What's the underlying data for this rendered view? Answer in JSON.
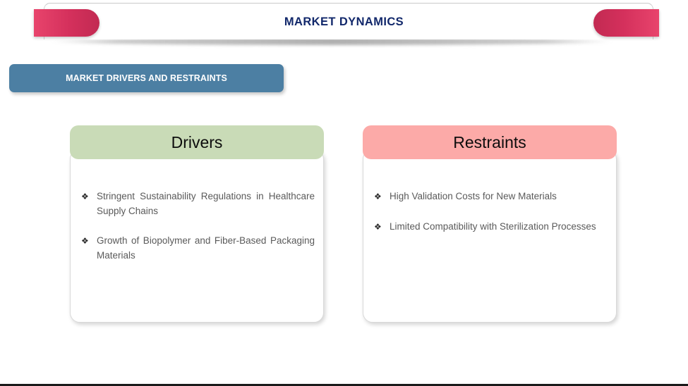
{
  "slide": {
    "title": "MARKET DYNAMICS",
    "title_color": "#12286b",
    "background": "#ffffff"
  },
  "header": {
    "tab_gradient_from": "#e8446c",
    "tab_gradient_to": "#c22a52",
    "left_tab_name": "ribbon-tab-left",
    "right_tab_name": "ribbon-tab-right"
  },
  "section_banner": {
    "label": "MARKET DRIVERS AND RESTRAINTS",
    "background": "#4c7fa3",
    "text_color": "#ffffff"
  },
  "cards": [
    {
      "key": "drivers",
      "title": "Drivers",
      "header_color": "#c9dbb7",
      "bullet_glyph": "❖",
      "bullets": [
        "Stringent Sustainability Regulations in Healthcare Supply Chains",
        "Growth of Biopolymer and Fiber-Based Packaging Materials"
      ]
    },
    {
      "key": "restraints",
      "title": "Restraints",
      "header_color": "#fcaaa8",
      "bullet_glyph": "❖",
      "bullets": [
        "High Validation Costs for New Materials",
        "Limited Compatibility with Sterilization Processes"
      ]
    }
  ]
}
